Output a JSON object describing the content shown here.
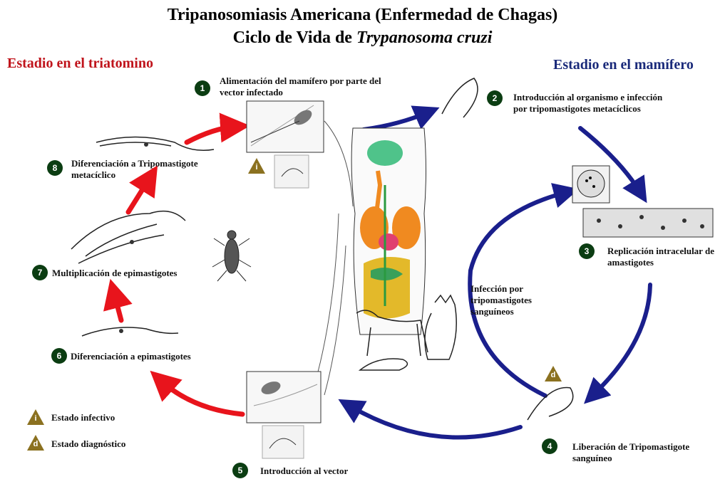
{
  "title": {
    "line1": "Tripanosomiasis Americana (Enfermedad de Chagas)",
    "line2_prefix": "Ciclo de Vida de ",
    "line2_italic": "Trypanosoma cruzi"
  },
  "stages": {
    "left": "Estadio en el triatomino",
    "right": "Estadio en el mamífero"
  },
  "steps": [
    {
      "num": "1",
      "text": "Alimentación del mamífero por parte del vector infectado"
    },
    {
      "num": "2",
      "text": "Introducción al organismo e infección por tripomastigotes metacíclicos"
    },
    {
      "num": "3",
      "text": "Replicación intracelular de amastigotes"
    },
    {
      "num": "4",
      "text": "Liberación de Tripomastigote sanguíneo"
    },
    {
      "num": "5",
      "text": "Introducción al vector"
    },
    {
      "num": "6",
      "text": "Diferenciación a epimastigotes"
    },
    {
      "num": "7",
      "text": "Multiplicación de epimastigotes"
    },
    {
      "num": "8",
      "text": "Diferenciación a Tripomastigote metacíclico"
    }
  ],
  "center_note": "Infección por tripomastigotes sanguíneos",
  "legend": {
    "infective_symbol": "i",
    "infective_label": "Estado infectivo",
    "diagnostic_symbol": "d",
    "diagnostic_label": "Estado diagnóstico"
  },
  "colors": {
    "triatomine_arrow": "#e8141c",
    "mammal_arrow": "#1a1f8c",
    "step_badge": "#0b3d12",
    "legend_triangle": "#8b7120",
    "left_stage_text": "#c0141c",
    "right_stage_text": "#1a2a7a"
  }
}
